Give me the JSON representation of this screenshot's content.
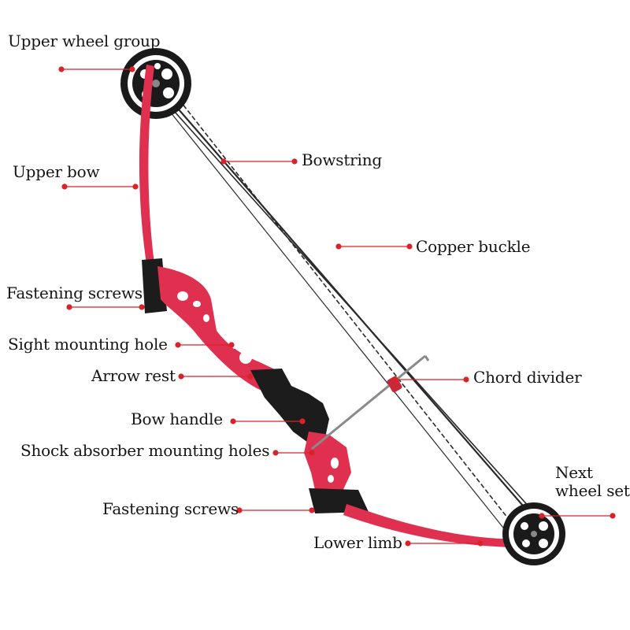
{
  "colors": {
    "bow_body": "#e0304f",
    "bow_dark": "#1c1c1c",
    "leader_line": "#d9222a",
    "string": "#2a2a2a",
    "background": "#ffffff"
  },
  "labels": {
    "upper_wheel_group": "Upper wheel group",
    "upper_bow": "Upper bow",
    "fastening_screws_upper": "Fastening screws",
    "sight_mounting_hole": "Sight mounting hole",
    "arrow_rest": "Arrow rest",
    "bow_handle": "Bow handle",
    "shock_absorber_mounting_holes": "Shock absorber mounting holes",
    "fastening_screws_lower": "Fastening screws",
    "bowstring": "Bowstring",
    "copper_buckle": "Copper buckle",
    "chord_divider": "Chord divider",
    "next_wheel_set": "Next wheel set",
    "lower_limb": "Lower limb"
  },
  "icons": {
    "leader_endpoint": "red-dot-icon",
    "cam_wheel": "pulley-wheel-icon"
  }
}
